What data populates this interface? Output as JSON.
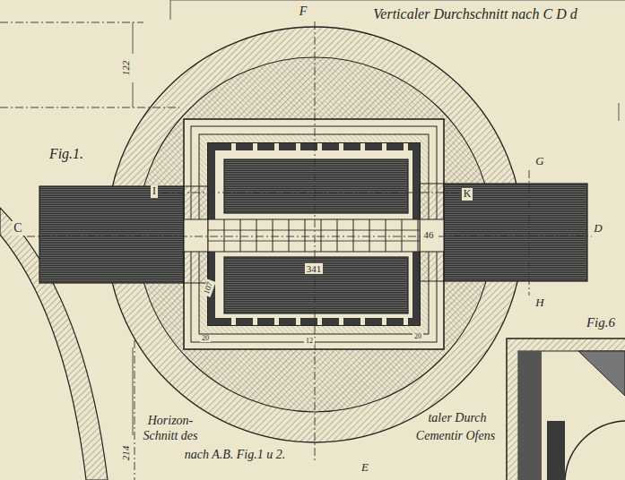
{
  "diagram": {
    "labels": [
      "Verticaler Durchschnitt nach C D d",
      "F",
      "Fig.1.",
      "122",
      "G",
      "I",
      "K",
      "C",
      "46",
      "D",
      "341",
      "107",
      "H",
      "20",
      "12",
      "20",
      "Fig.6",
      "Horizon-",
      "taler Durch",
      "Schnitt des",
      "Cementir Ofens",
      "214",
      "nach A.B. Fig.1 u 2.",
      "E"
    ]
  }
}
